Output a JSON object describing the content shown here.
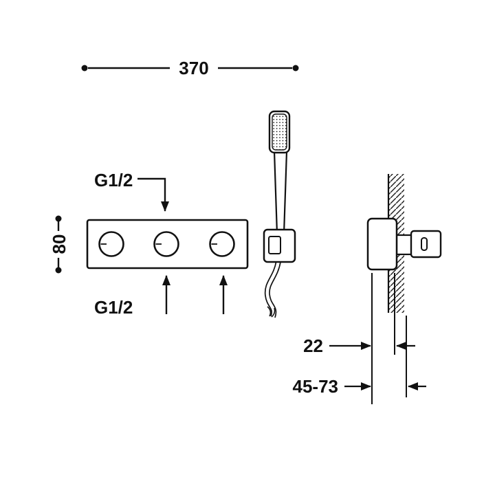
{
  "diagram": {
    "dims": {
      "width_mm": "370",
      "height_mm": "80",
      "inlet_top": "G1/2",
      "inlet_bottom": "G1/2",
      "plate_depth_mm": "22",
      "rough_in_depth_mm": "45-73"
    },
    "colors": {
      "line": "#111111",
      "background": "#ffffff"
    }
  }
}
